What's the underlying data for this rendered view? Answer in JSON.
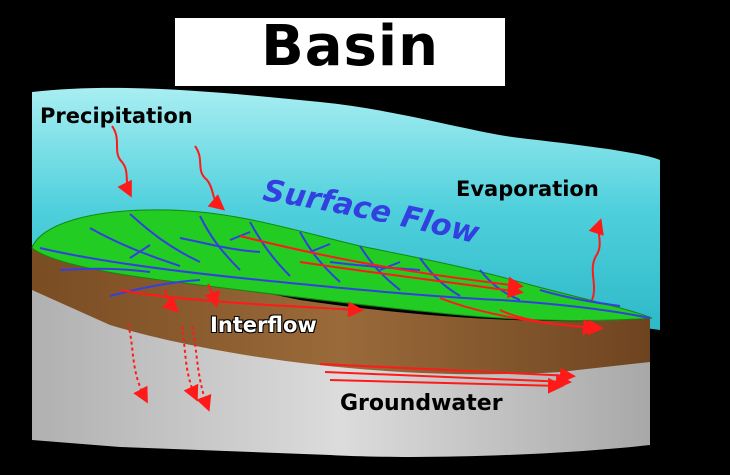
{
  "title": "Basin",
  "labels": {
    "precipitation": "Precipitation",
    "evaporation": "Evaporation",
    "surface_flow": "Surface Flow",
    "interflow": "Interflow",
    "groundwater": "Groundwater"
  },
  "colors": {
    "background": "#000000",
    "sky": "#3fc9d6",
    "sky_top": "#9ee8ee",
    "land_surface": "#22cc22",
    "soil": "#8a5a2a",
    "bedrock": "#c8c8c8",
    "flow_arrows": "#ff1a1a",
    "streams": "#3340e0"
  }
}
